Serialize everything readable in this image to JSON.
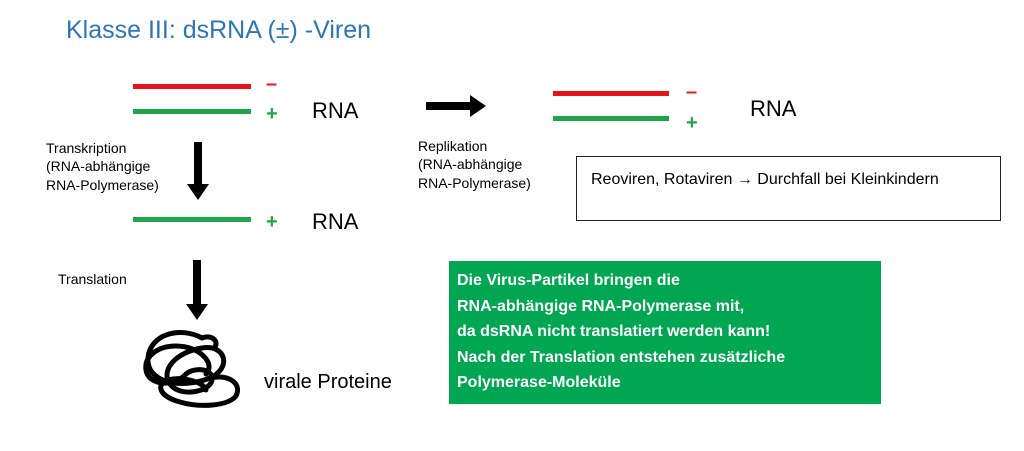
{
  "title": "Klasse III: dsRNA (±) -Viren",
  "colors": {
    "red": "#e8141b",
    "green": "#1fa64a",
    "box": "#00a651",
    "title": "#2e75b6"
  },
  "strands": {
    "minus_sign": "–",
    "plus_sign": "+",
    "rna_label": "RNA"
  },
  "transcription": {
    "lines": [
      "Transkription",
      "(RNA-abhängige",
      "RNA-Polymerase)"
    ]
  },
  "replication": {
    "lines": [
      "Replikation",
      "(RNA-abhängige",
      "RNA-Polymerase)"
    ]
  },
  "translation": {
    "label": "Translation"
  },
  "proteins": {
    "label": "virale Proteine"
  },
  "note": {
    "text": "Reoviren, Rotaviren → Durchfall bei Kleinkindern"
  },
  "info_box": {
    "lines": [
      "Die Virus-Partikel bringen die",
      "RNA-abhängige RNA-Polymerase mit,",
      "da dsRNA nicht translatiert werden kann!",
      "Nach der Translation entstehen zusätzliche",
      "Polymerase-Moleküle"
    ]
  }
}
